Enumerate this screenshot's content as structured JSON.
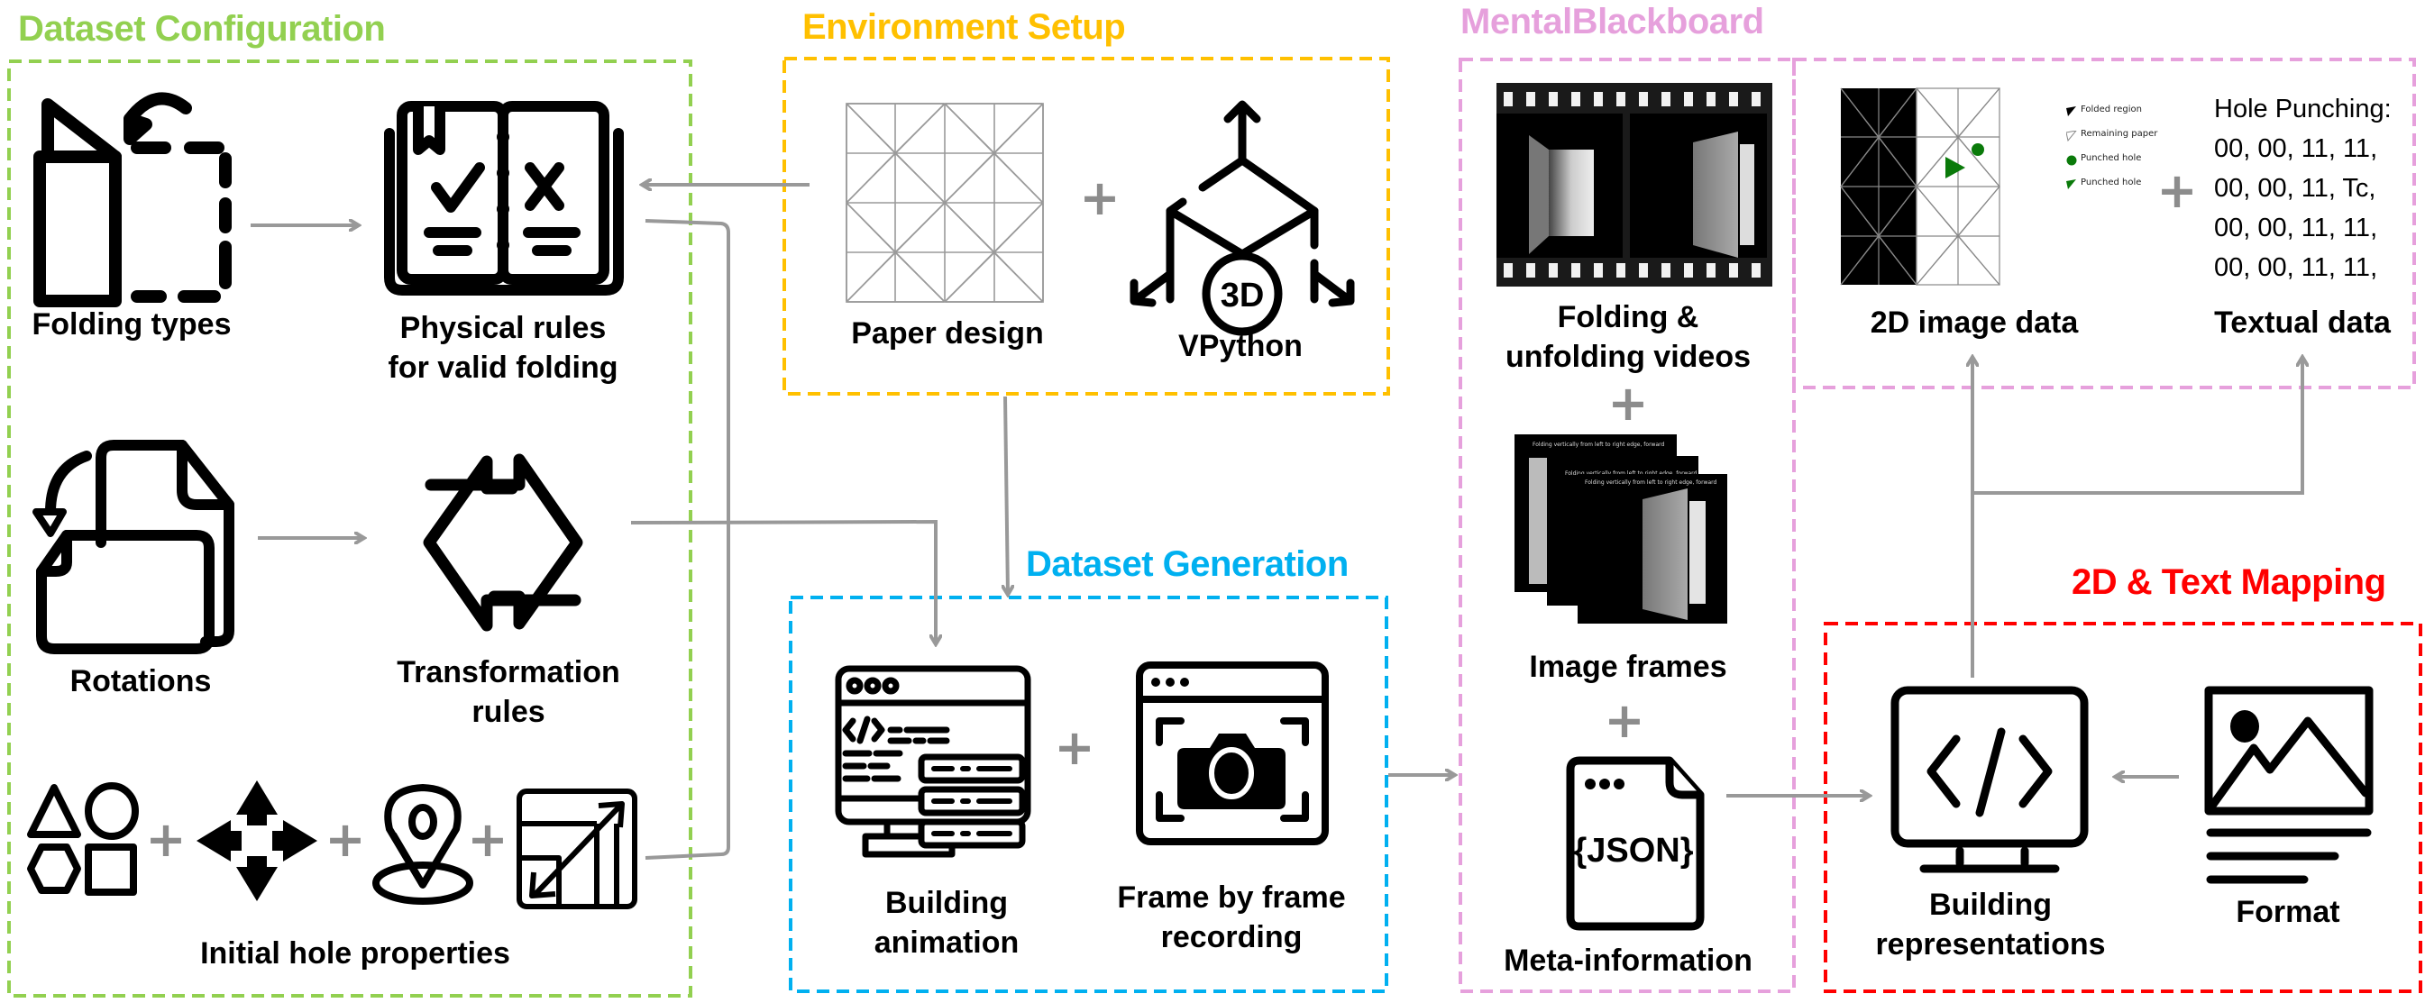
{
  "colors": {
    "config": "#92d050",
    "environment": "#ffc000",
    "generation": "#00b0f0",
    "blackboard": "#e6a0dc",
    "mapping": "#ff0000",
    "connector": "#999999",
    "punched_hole": "#0a7a0a"
  },
  "sections": {
    "dataset_configuration": {
      "title": "Dataset Configuration",
      "items": [
        {
          "icon": "folding-types-icon",
          "label": "Folding types"
        },
        {
          "icon": "rulebook-icon",
          "label_lines": [
            "Physical rules",
            "for valid folding"
          ]
        },
        {
          "icon": "rotation-icon",
          "label": "Rotations"
        },
        {
          "icon": "transform-arrows-icon",
          "label_lines": [
            "Transformation",
            "rules"
          ]
        },
        {
          "icon_group": [
            "shapes-icon",
            "move-arrows-icon",
            "location-pin-icon",
            "resize-icon"
          ],
          "label": "Initial hole properties"
        }
      ]
    },
    "environment_setup": {
      "title": "Environment Setup",
      "items": [
        {
          "icon": "paper-grid-icon",
          "label": "Paper design"
        },
        {
          "icon": "3d-axes-icon",
          "icon_text": "3D",
          "label": "VPython"
        }
      ]
    },
    "dataset_generation": {
      "title": "Dataset Generation",
      "items": [
        {
          "icon": "code-monitor-icon",
          "label_lines": [
            "Building",
            "animation"
          ]
        },
        {
          "icon": "camera-window-icon",
          "label_lines": [
            "Frame by frame",
            "recording"
          ]
        }
      ]
    },
    "mental_blackboard": {
      "title": "MentalBlackboard",
      "items": [
        {
          "icon": "film-strip-icon",
          "label_lines": [
            "Folding &",
            "unfolding videos"
          ]
        },
        {
          "icon": "image-frames-icon",
          "label": "Image frames",
          "frame_caption": "Folding vertically from left to right edge, forward"
        },
        {
          "icon": "json-file-icon",
          "icon_text": "{JSON}",
          "label": "Meta-information"
        }
      ],
      "outputs": {
        "image": {
          "label": "2D image data",
          "legend": [
            "Folded region",
            "Remaining paper",
            "Punched hole",
            "Punched hole"
          ]
        },
        "text": {
          "label": "Textual data",
          "heading": "Hole Punching:",
          "rows": [
            "00, 00, 11, 11,",
            "00, 00, 11, Tc,",
            "00, 00, 11, 11,",
            "00, 00, 11, 11,"
          ]
        }
      }
    },
    "text_mapping": {
      "title": "2D & Text Mapping",
      "items": [
        {
          "icon": "code-display-icon",
          "label_lines": [
            "Building",
            "representations"
          ]
        },
        {
          "icon": "image-format-icon",
          "label": "Format"
        }
      ]
    }
  },
  "plus_sign": "+"
}
